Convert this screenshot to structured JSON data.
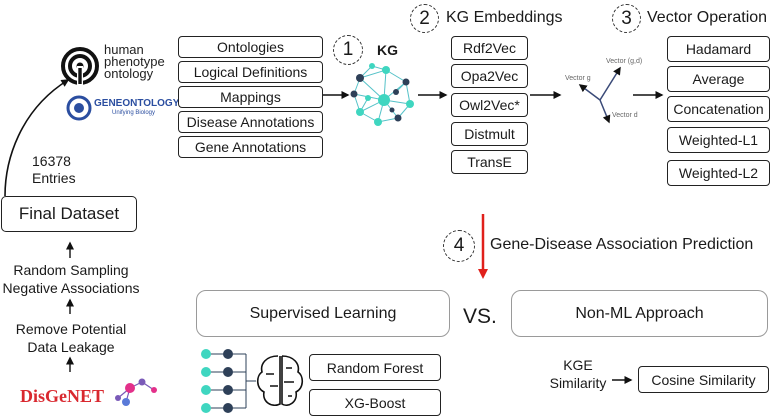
{
  "logos": {
    "hpo_lines": [
      "human",
      "phenotype",
      "ontology"
    ],
    "go_name": "GENEONTOLOGY",
    "go_tagline": "Unifying Biology",
    "disgenet": "DisGeNET"
  },
  "entries": {
    "line1": "16378",
    "line2": "Entries"
  },
  "left_column": {
    "final_dataset": "Final Dataset",
    "random_sampling_1": "Random Sampling",
    "random_sampling_2": "Negative Associations",
    "remove_leakage_1": "Remove Potential",
    "remove_leakage_2": "Data Leakage"
  },
  "inputs": [
    "Ontologies",
    "Logical Definitions",
    "Mappings",
    "Disease Annotations",
    "Gene Annotations"
  ],
  "steps": {
    "s1": {
      "num": "1",
      "title": "KG"
    },
    "s2": {
      "num": "2",
      "title": "KG Embeddings"
    },
    "s3": {
      "num": "3",
      "title": "Vector Operation"
    },
    "s4": {
      "num": "4",
      "title": "Gene-Disease Association Prediction"
    }
  },
  "embeddings": [
    "Rdf2Vec",
    "Opa2Vec",
    "Owl2Vec*",
    "Distmult",
    "TransE"
  ],
  "vector_labels": {
    "g": "Vector g",
    "gd": "Vector (g,d)",
    "d": "Vector d"
  },
  "operations": [
    "Hadamard",
    "Average",
    "Concatenation",
    "Weighted-L1",
    "Weighted-L2"
  ],
  "bottom": {
    "supervised": "Supervised Learning",
    "vs": "VS.",
    "nonml": "Non-ML Approach",
    "random_forest": "Random Forest",
    "xgboost": "XG-Boost",
    "kge_1": "KGE",
    "kge_2": "Similarity",
    "cosine": "Cosine Similarity"
  },
  "colors": {
    "kg_teal": "#3fd6c0",
    "kg_navy": "#2e4058",
    "red_arrow": "#e0201b",
    "disgenet_red": "#d9282f",
    "go_blue": "#2b4ea0"
  }
}
